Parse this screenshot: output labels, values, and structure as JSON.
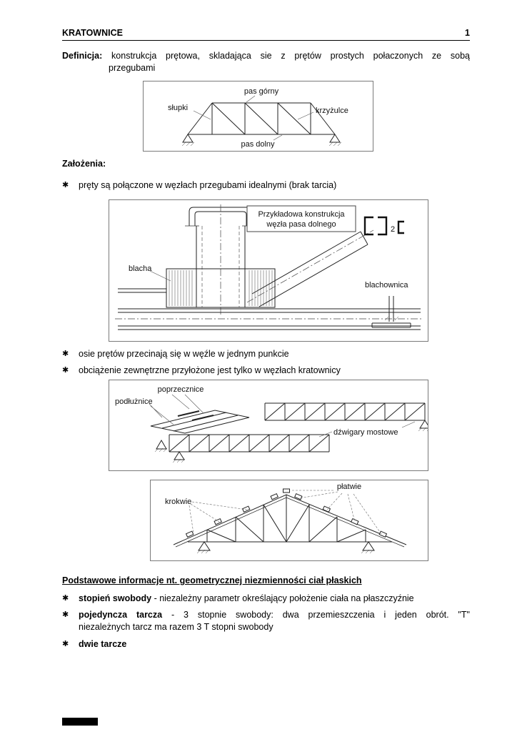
{
  "header": {
    "title": "KRATOWNICE",
    "page_number": "1"
  },
  "definition": {
    "label": "Definicja:",
    "line1": "konstrukcja prętowa, skladająca sie z prętów prostych połaczonych ze sobą",
    "line2": "przegubami"
  },
  "assumptions": {
    "heading": "Założenia:"
  },
  "bullet_char": "✱",
  "bullets": {
    "b1": "pręty są połączone w węzłach przegubami idealnymi (brak tarcia)",
    "b2": "osie prętów przecinają się w węźle w jednym punkcie",
    "b3": "obciążenie zewnętrzne przyłożone jest tylko w węzłach kratownicy"
  },
  "fig1": {
    "pas_gorny": "pas górny",
    "slupki": "słupki",
    "krzyzulce": "krzyżulce",
    "pas_dolny": "pas dolny"
  },
  "fig2": {
    "caption1": "Przykładowa konstrukcja",
    "caption2": "węzła pasa dolnego",
    "count": "2",
    "blacha": "blacha",
    "blachownica": "blachownica"
  },
  "fig3": {
    "poprzecznice": "poprzecznice",
    "podluznice": "podłużnice",
    "dzwigary": "dźwigary mostowe"
  },
  "fig4": {
    "platwie": "płatwie",
    "krokwie": "krokwie"
  },
  "section2": {
    "heading": "Podstawowe informacje nt. geometrycznej niezmienności ciał płaskich",
    "item1_bold": "stopień swobody",
    "item1_rest": " - niezależny parametr określający położenie ciała na płaszczyźnie",
    "item2_bold": "pojedyncza tarcza",
    "item2_rest": " - 3 stopnie swobody: dwa przemieszczenia i jeden obrót. \"T\"",
    "item2_line2": "niezależnych tarcz ma razem 3 T stopni swobody",
    "item3_bold": "dwie tarcze"
  }
}
